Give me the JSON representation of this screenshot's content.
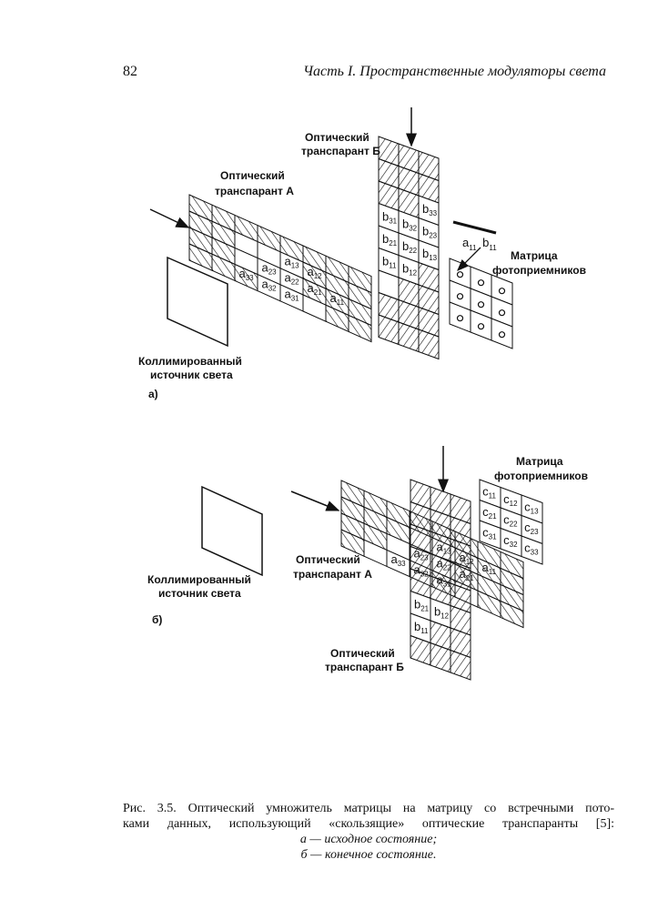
{
  "header": {
    "page_number": "82",
    "running_title": "Часть I. Пространственные модуляторы света"
  },
  "figure_a": {
    "label_transparency_b": [
      "Оптический",
      "транспарант Б"
    ],
    "label_transparency_a": [
      "Оптический",
      "транспарант А"
    ],
    "label_detector": [
      "Матрица",
      "фотоприемников"
    ],
    "label_source": [
      "Коллимированный",
      "источник света"
    ],
    "panel_label": "а)",
    "cells_a": [
      {
        "b": "a",
        "s": "13"
      },
      {
        "b": "a",
        "s": "12"
      },
      {
        "b": "a",
        "s": "11"
      },
      {
        "b": "a",
        "s": "23"
      },
      {
        "b": "a",
        "s": "22"
      },
      {
        "b": "a",
        "s": "21"
      },
      {
        "b": "a",
        "s": "33"
      },
      {
        "b": "a",
        "s": "32"
      },
      {
        "b": "a",
        "s": "31"
      }
    ],
    "cells_b": [
      {
        "b": "b",
        "s": "33"
      },
      {
        "b": "b",
        "s": "32"
      },
      {
        "b": "b",
        "s": "23"
      },
      {
        "b": "b",
        "s": "31"
      },
      {
        "b": "b",
        "s": "22"
      },
      {
        "b": "b",
        "s": "13"
      },
      {
        "b": "b",
        "s": "21"
      },
      {
        "b": "b",
        "s": "12"
      },
      {
        "b": "b",
        "s": "11"
      }
    ],
    "product_label": [
      {
        "b": "a",
        "s": "11"
      },
      {
        "b": "b",
        "s": "11"
      }
    ],
    "detector_mark": "o"
  },
  "figure_b": {
    "label_detector": [
      "Матрица",
      "фотоприемников"
    ],
    "label_transparency_a": [
      "Оптический",
      "транспарант А"
    ],
    "label_transparency_b": [
      "Оптический",
      "транспарант Б"
    ],
    "label_source": [
      "Коллимированный",
      "источник света"
    ],
    "panel_label": "б)",
    "cells_c": [
      {
        "b": "c",
        "s": "11"
      },
      {
        "b": "c",
        "s": "12"
      },
      {
        "b": "c",
        "s": "13"
      },
      {
        "b": "c",
        "s": "21"
      },
      {
        "b": "c",
        "s": "22"
      },
      {
        "b": "c",
        "s": "23"
      },
      {
        "b": "c",
        "s": "31"
      },
      {
        "b": "c",
        "s": "32"
      },
      {
        "b": "c",
        "s": "33"
      }
    ],
    "cells_a": [
      {
        "b": "a",
        "s": "13"
      },
      {
        "b": "a",
        "s": "12"
      },
      {
        "b": "a",
        "s": "11"
      },
      {
        "b": "a",
        "s": "23"
      },
      {
        "b": "a",
        "s": "22"
      },
      {
        "b": "a",
        "s": "21"
      },
      {
        "b": "a",
        "s": "33"
      },
      {
        "b": "a",
        "s": "32"
      },
      {
        "b": "a",
        "s": "31"
      }
    ],
    "cells_b": [
      {
        "b": "b",
        "s": "21"
      },
      {
        "b": "b",
        "s": "12"
      },
      {
        "b": "b",
        "s": "11"
      }
    ]
  },
  "caption": {
    "line1": "Рис. 3.5. Оптический умножитель матрицы на матрицу со встречными пото-",
    "line2": "ками данных, использующий «скользящие» оптические транспаранты [5]:",
    "line3": "а — исходное состояние;",
    "line4": "б — конечное состояние."
  }
}
